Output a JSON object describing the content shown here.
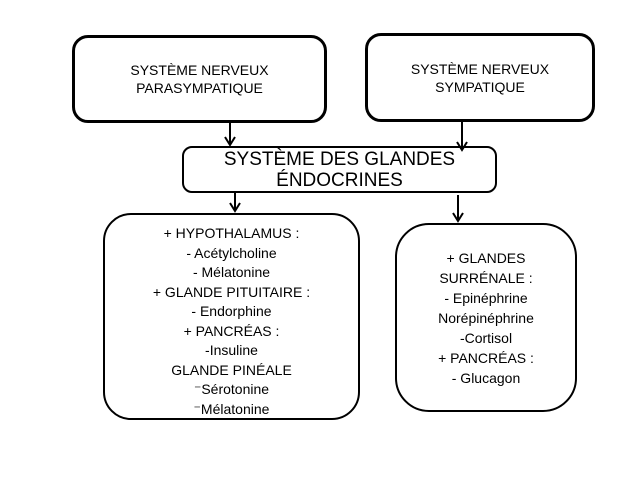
{
  "colors": {
    "background": "#ffffff",
    "line": "#000000",
    "text": "#000000"
  },
  "nodes": {
    "parasympathetic": {
      "lines": [
        "SYSTÈME NERVEUX",
        "PARASYMPATIQUE"
      ]
    },
    "sympathetic": {
      "lines": [
        "SYSTÈME NERVEUX",
        "SYMPATIQUE"
      ]
    },
    "endocrine": {
      "lines": [
        "SYSTÈME DES GLANDES",
        "ÉNDOCRINES"
      ]
    },
    "left_glands": {
      "lines": [
        "+ HYPOTHALAMUS :",
        "- Acétylcholine",
        "- Mélatonine",
        "+ GLANDE PITUITAIRE :",
        "- Endorphine",
        "+ PANCRÉAS :",
        "-Insuline",
        "GLANDE PINÉALE",
        "⁻Sérotonine",
        "⁻Mélatonine"
      ]
    },
    "right_glands": {
      "lines": [
        "+ GLANDES",
        "SURRÉNALE :",
        "- Epinéphrine",
        "Norépinéphrine",
        "-Cortisol",
        "+ PANCRÉAS :",
        "- Glucagon"
      ]
    }
  },
  "connections": [
    {
      "from": "parasympathetic",
      "to": "endocrine"
    },
    {
      "from": "sympathetic",
      "to": "endocrine"
    },
    {
      "from": "endocrine",
      "to": "left_glands"
    },
    {
      "from": "endocrine",
      "to": "right_glands"
    }
  ]
}
